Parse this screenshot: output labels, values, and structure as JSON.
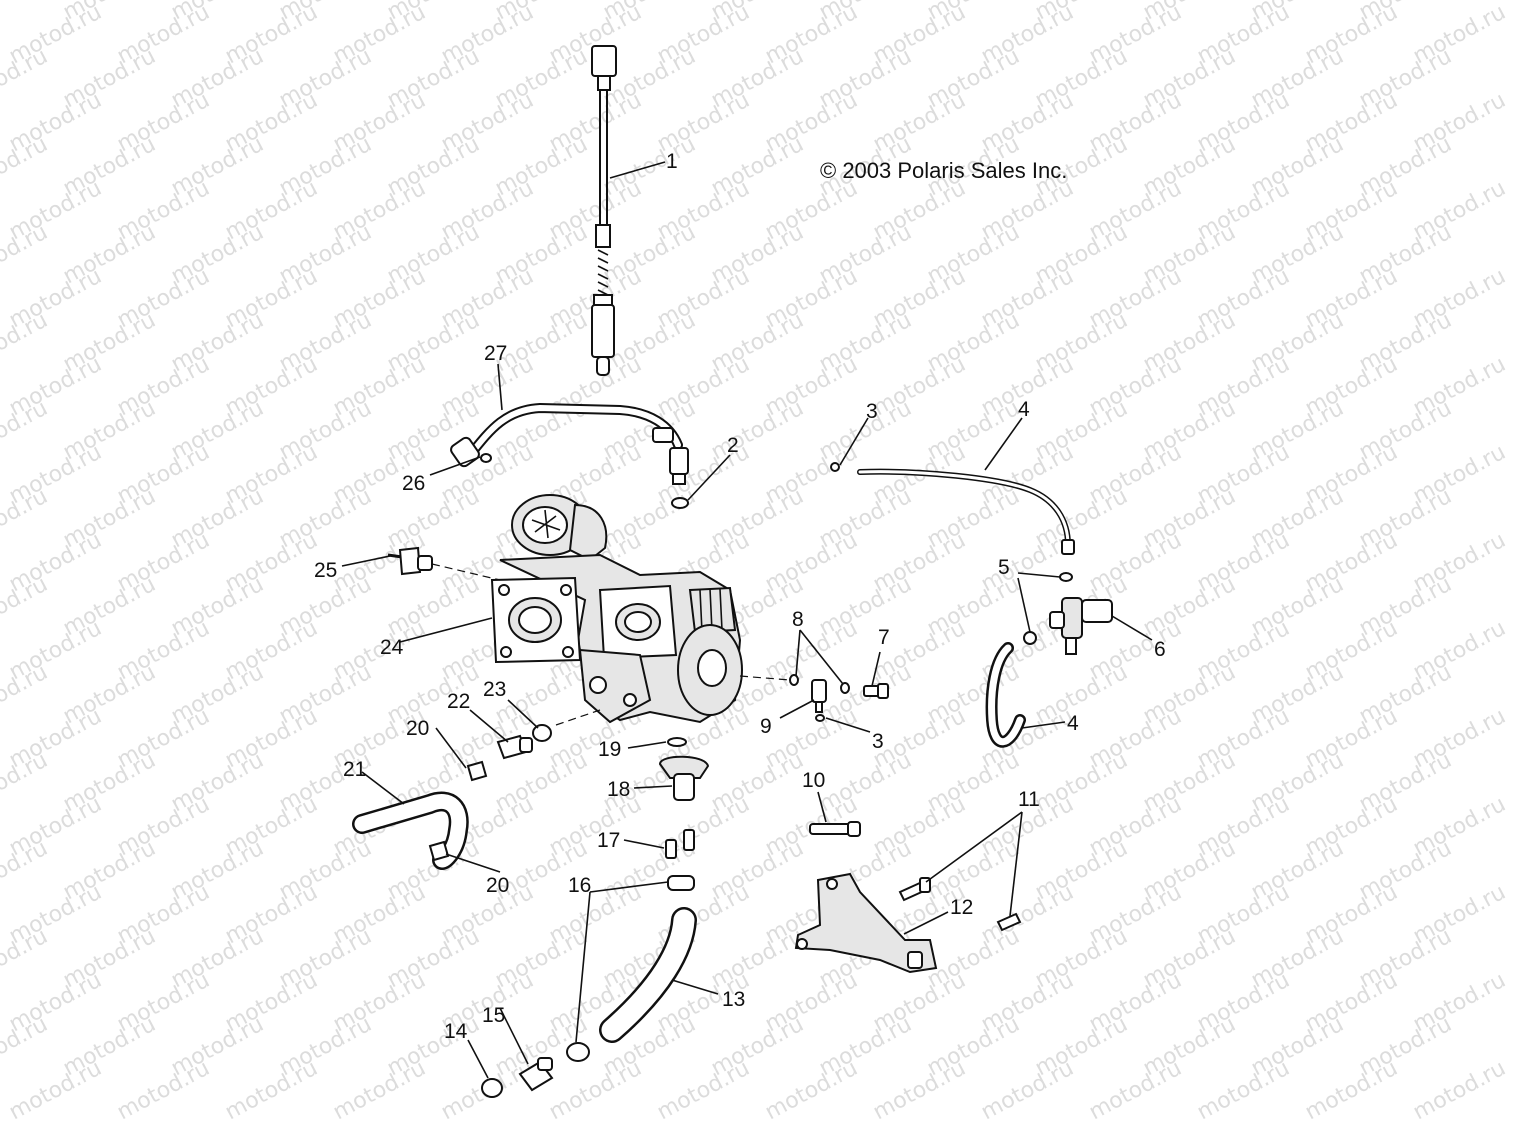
{
  "copyright": "© 2003 Polaris Sales Inc.",
  "watermark": "motod.ru",
  "callouts": [
    "1",
    "2",
    "3",
    "3",
    "4",
    "4",
    "5",
    "6",
    "7",
    "8",
    "9",
    "10",
    "11",
    "12",
    "13",
    "14",
    "15",
    "16",
    "17",
    "18",
    "19",
    "20",
    "20",
    "21",
    "22",
    "23",
    "24",
    "25",
    "26",
    "27"
  ]
}
